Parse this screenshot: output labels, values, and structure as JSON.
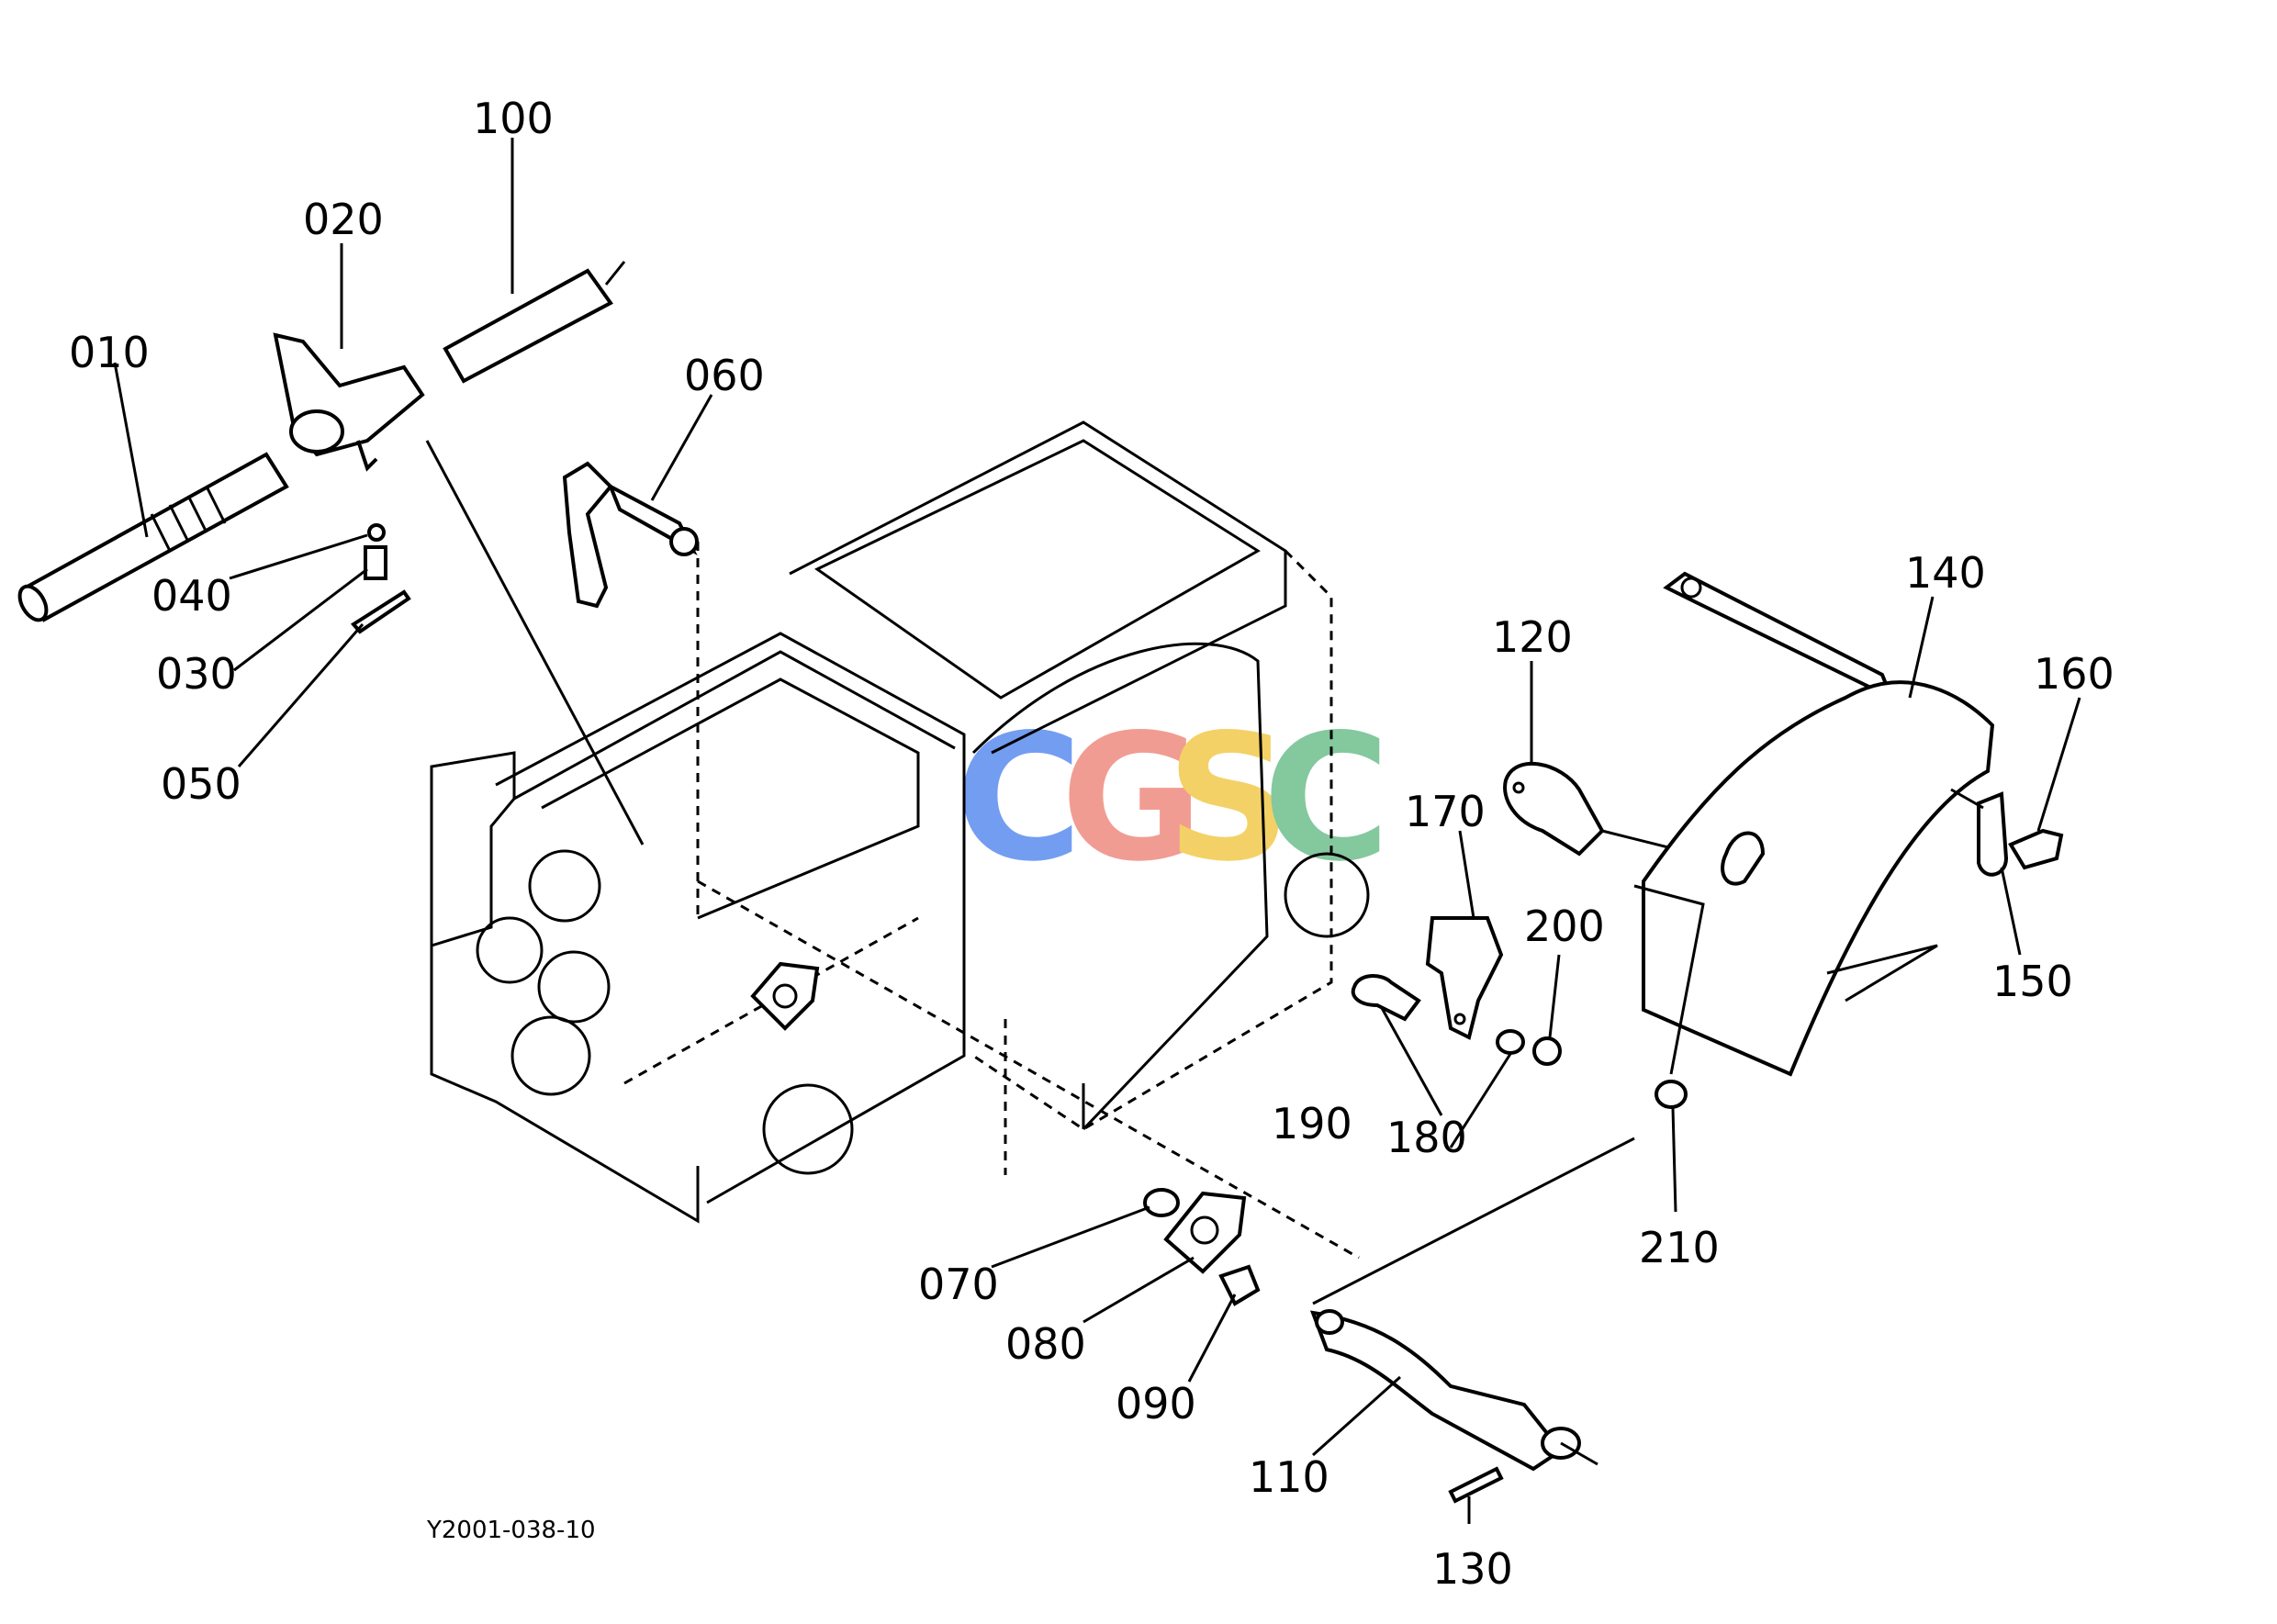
{
  "diagram": {
    "drawing_ref": "Y2001-038-10",
    "watermark": {
      "letters": [
        "C",
        "G",
        "S",
        "C"
      ],
      "colors": [
        "#5B8DEF",
        "#EF8B7F",
        "#F2C94C",
        "#6FBF8E"
      ]
    },
    "callouts": [
      {
        "id": "010",
        "label": "010"
      },
      {
        "id": "020",
        "label": "020"
      },
      {
        "id": "030",
        "label": "030"
      },
      {
        "id": "040",
        "label": "040"
      },
      {
        "id": "050",
        "label": "050"
      },
      {
        "id": "060",
        "label": "060"
      },
      {
        "id": "070",
        "label": "070"
      },
      {
        "id": "080",
        "label": "080"
      },
      {
        "id": "090",
        "label": "090"
      },
      {
        "id": "100",
        "label": "100"
      },
      {
        "id": "110",
        "label": "110"
      },
      {
        "id": "120",
        "label": "120"
      },
      {
        "id": "130",
        "label": "130"
      },
      {
        "id": "140",
        "label": "140"
      },
      {
        "id": "150",
        "label": "150"
      },
      {
        "id": "160",
        "label": "160"
      },
      {
        "id": "170",
        "label": "170"
      },
      {
        "id": "180",
        "label": "180"
      },
      {
        "id": "190",
        "label": "190"
      },
      {
        "id": "200",
        "label": "200"
      },
      {
        "id": "210",
        "label": "210"
      }
    ]
  }
}
